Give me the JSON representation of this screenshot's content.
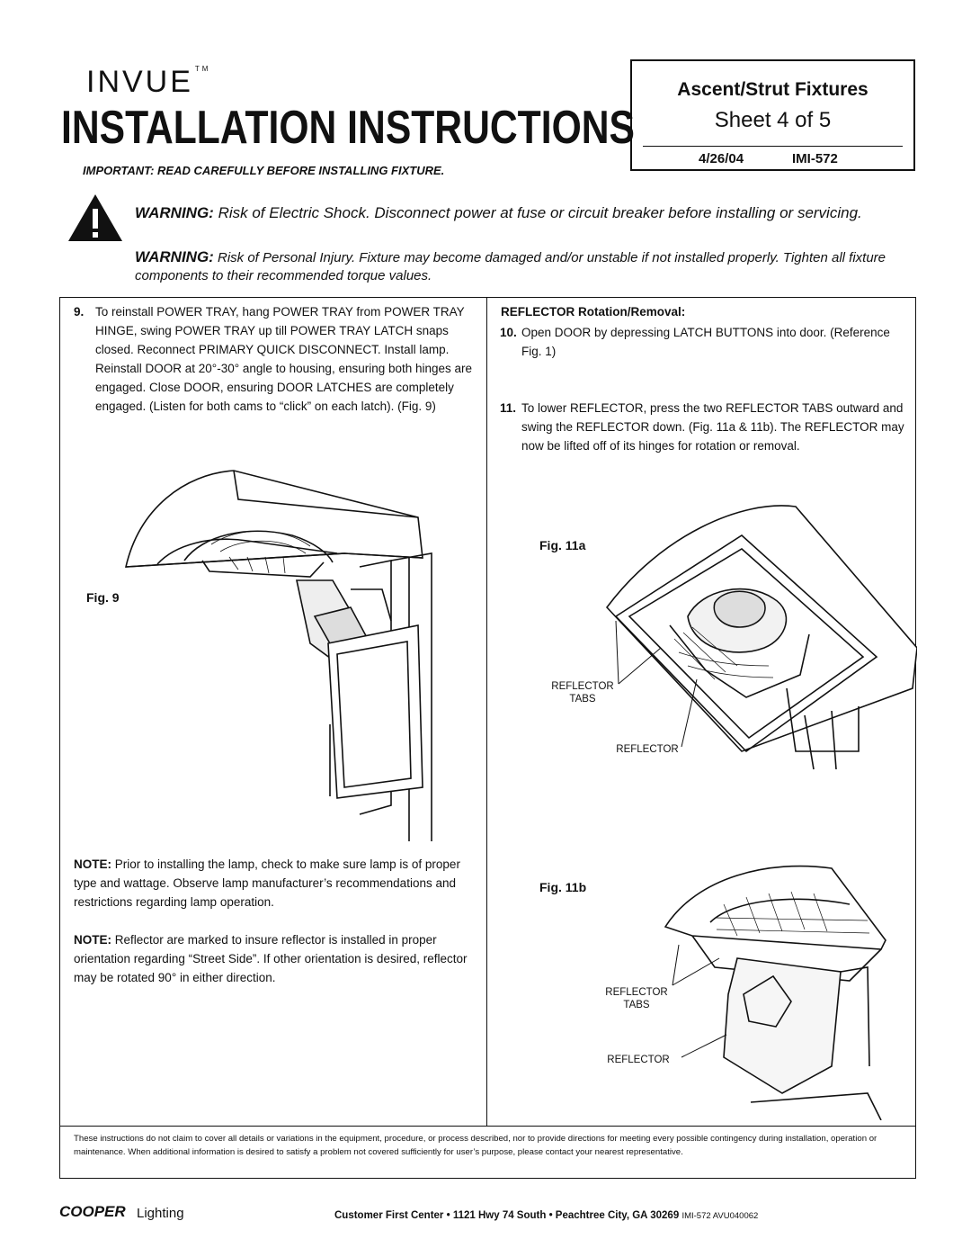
{
  "header": {
    "logo": "INVUE",
    "logo_tm": "TM",
    "title": "INSTALLATION INSTRUCTIONS",
    "important": "IMPORTANT: READ CAREFULLY BEFORE INSTALLING FIXTURE."
  },
  "titlebox": {
    "product": "Ascent/Strut Fixtures",
    "sheet": "Sheet 4 of 5",
    "date": "4/26/04",
    "code": "IMI-572"
  },
  "warnings": {
    "label": "WARNING:",
    "w1": "Risk of Electric Shock. Disconnect power at fuse or circuit breaker before installing or servicing.",
    "w2": "Risk of Personal Injury. Fixture may become damaged and/or unstable if not installed properly. Tighten all fixture components to their recommended torque values."
  },
  "left": {
    "step9_num": "9.",
    "step9": "To reinstall POWER TRAY, hang POWER TRAY from POWER TRAY HINGE, swing POWER TRAY up till POWER TRAY LATCH snaps closed. Reconnect PRIMARY QUICK DISCONNECT. Install lamp. Reinstall DOOR at 20°-30° angle to housing, ensuring both hinges are engaged. Close DOOR, ensuring DOOR LATCHES are completely engaged. (Listen for both cams to “click” on each latch). (Fig. 9)",
    "fig9": "Fig. 9",
    "note_label": "NOTE:",
    "note1": "Prior to installing the lamp, check to make sure lamp is of proper type and wattage. Observe lamp manufacturer’s recommendations and restrictions regarding lamp operation.",
    "note2": "Reflector are marked to insure reflector is installed in proper orientation regarding “Street Side”. If other orientation is desired, reflector may be rotated 90° in either direction."
  },
  "right": {
    "heading": "REFLECTOR Rotation/Removal:",
    "step10_num": "10.",
    "step10": "Open DOOR by depressing LATCH BUTTONS into door. (Reference Fig. 1)",
    "step11_num": "11.",
    "step11": "To lower REFLECTOR, press the two REFLECTOR TABS outward and swing the REFLECTOR down. (Fig. 11a & 11b). The REFLECTOR may now be lifted off of its hinges for rotation or removal.",
    "fig11a": "Fig. 11a",
    "fig11b": "Fig. 11b",
    "callout_tabs_1": "REFLECTOR",
    "callout_tabs_2": "TABS",
    "callout_reflector": "REFLECTOR"
  },
  "footer": {
    "disclaimer": "These instructions do not claim to cover all details or variations in the equipment, procedure, or process described, nor to provide directions for meeting every possible contingency during installation, operation or maintenance. When additional information is desired to satisfy a problem not covered sufficiently for user’s purpose, please contact your nearest representative.",
    "brand": "COOPER",
    "brand_sub": "Lighting",
    "address": "Customer First Center  •  1121 Hwy 74 South  •  Peachtree City, GA  30269",
    "doc_codes": "IMI-572   AVU040062"
  }
}
